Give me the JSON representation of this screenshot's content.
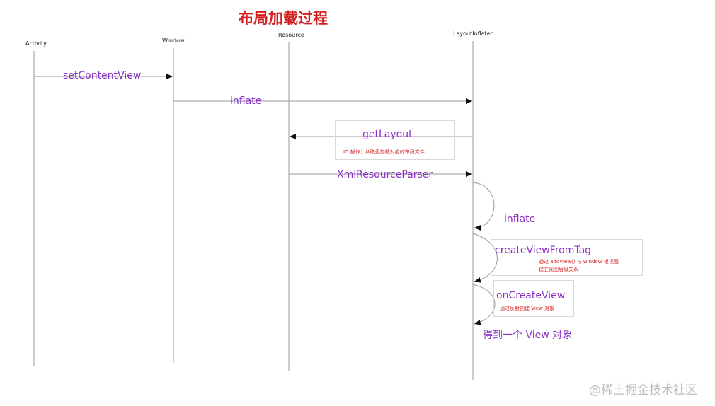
{
  "title": "布局加载过程",
  "participants": {
    "activity": "Activity",
    "window": "Window",
    "resource": "Resource",
    "layout_inflater": "LayoutInflater"
  },
  "messages": {
    "set_content_view": "setContentView",
    "inflate_1": "inflate",
    "get_layout": "getLayout",
    "xml_resource_parser": "XmlResourceParser",
    "inflate_2": "inflate",
    "create_view_from_tag": "createViewFromTag",
    "on_create_view": "onCreateView",
    "result": "得到一个 View 对象"
  },
  "notes": {
    "get_layout_note": "IO 操作：从磁盘加载对应的布局文件",
    "create_view_from_tag_note_line1": "通过 addView() 与 window 根视图",
    "create_view_from_tag_note_line2": "建立视图层级关系",
    "on_create_view_note": "通过反射创建 View 对象"
  },
  "watermark": "@稀土掘金技术社区",
  "colors": {
    "title": "#d42020",
    "message_label": "#8a2fc4",
    "note_text": "#d42020",
    "lines": "#9a9a9a",
    "arrowhead": "#111111"
  }
}
